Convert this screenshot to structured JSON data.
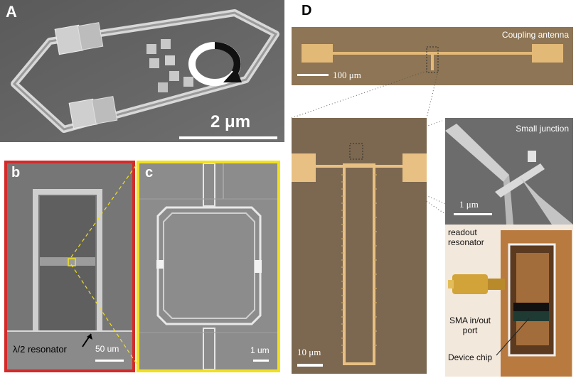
{
  "panels": {
    "A": {
      "letter": "A",
      "scale_label": "2 μm"
    },
    "b": {
      "letter": "b",
      "scale_label": "50 um",
      "annotation": "λ/2 resonator",
      "border_color": "#d42a2a"
    },
    "c": {
      "letter": "c",
      "scale_label": "1 um",
      "border_color": "#f2e11a"
    },
    "D": {
      "letter": "D",
      "top": {
        "caption": "Coupling antenna",
        "scale_label": "100 μm"
      },
      "middle": {
        "scale_label": "10 μm"
      },
      "junction": {
        "caption": "Small junction",
        "scale_label": "1 μm"
      },
      "device": {
        "label_readout": "readout resonator",
        "label_sma": "SMA in/out port",
        "label_chip": "Device chip"
      }
    }
  },
  "colors": {
    "sem_gray": "#6f6f6f",
    "optical_brown": "#8a7458",
    "metal_gold": "#e6bf7a",
    "annotation_yellow": "#f2e11a",
    "annotation_red": "#d42a2a"
  }
}
